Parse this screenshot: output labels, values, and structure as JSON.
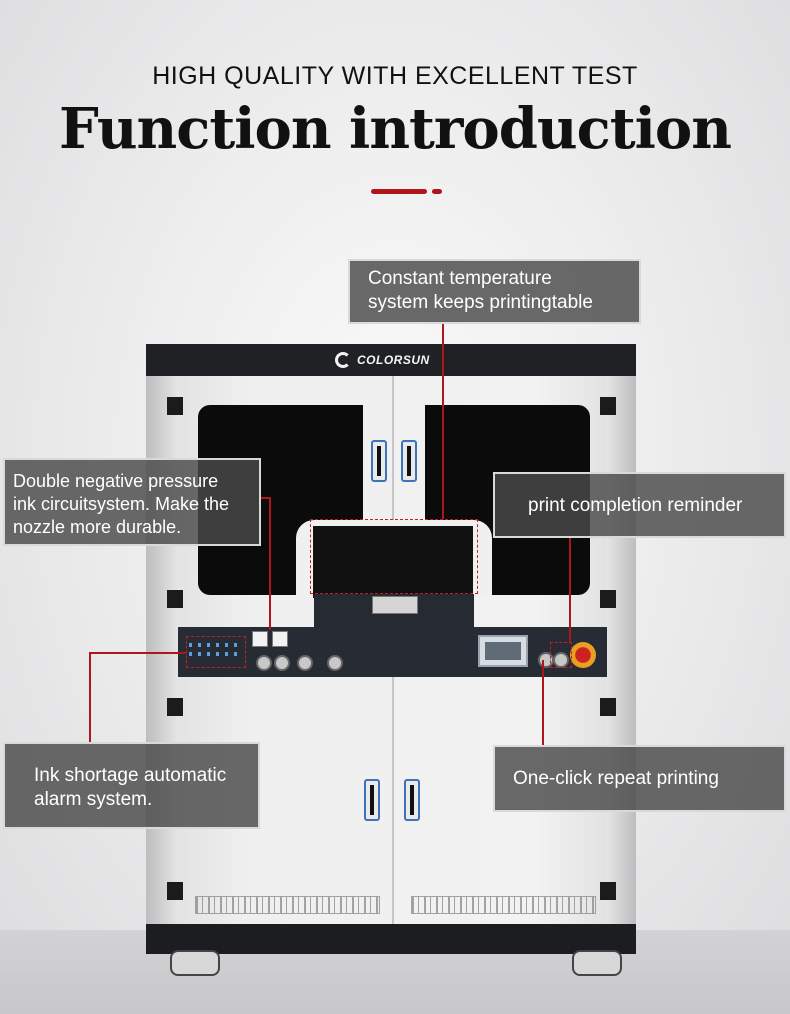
{
  "header": {
    "subtitle": "HIGH QUALITY WITH EXCELLENT TEST",
    "title": "Function introduction"
  },
  "brand": {
    "logo_text": "COLORSUN"
  },
  "colors": {
    "accent": "#b0151c",
    "callout_bg": "#494949",
    "cabinet_dark": "#202124"
  },
  "callouts": {
    "temperature": {
      "line1": "Constant temperature",
      "line2": "system keeps printingtable"
    },
    "ink_pressure": {
      "line1": "Double negative pressure",
      "line2": "ink circuitsystem. Make the",
      "line3": "nozzle more durable."
    },
    "completion": {
      "text": "print completion reminder"
    },
    "ink_alarm": {
      "line1": "Ink shortage automatic",
      "line2": "alarm system."
    },
    "repeat": {
      "text": "One-click repeat printing"
    }
  }
}
